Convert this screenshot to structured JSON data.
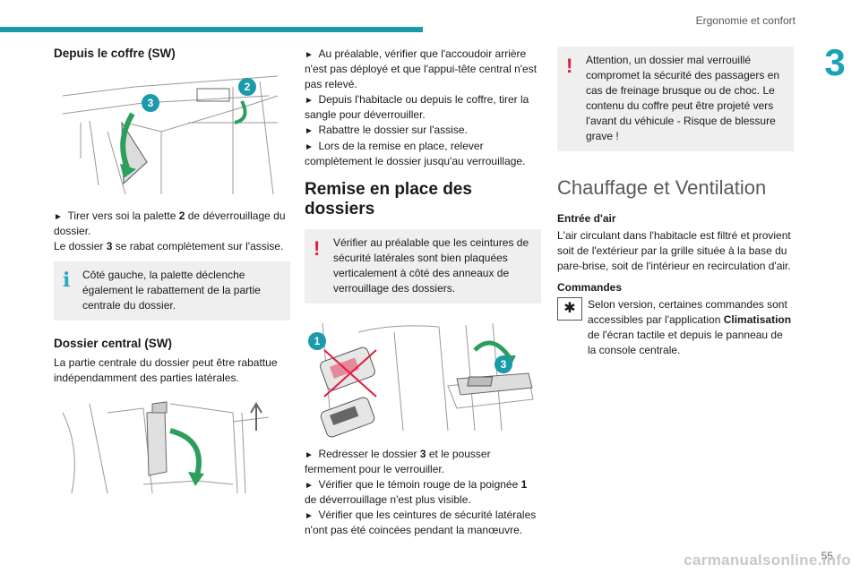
{
  "header": {
    "section_title": "Ergonomie et confort",
    "chapter_number": "3",
    "page_number": "55",
    "watermark": "carmanualsonline.info"
  },
  "col1": {
    "heading_trunk": "Depuis le coffre (SW)",
    "callout_2": "2",
    "callout_3": "3",
    "step1_a": "Tirer vers soi la palette ",
    "step1_b": "2",
    "step1_c": " de déverrouillage du dossier.",
    "line2_a": "Le dossier ",
    "line2_b": "3",
    "line2_c": " se rabat complètement sur l'assise.",
    "note_text": "Côté gauche, la palette déclenche également le rabattement de la partie centrale du dossier.",
    "heading_central": "Dossier central (SW)",
    "central_text": "La partie centrale du dossier peut être rabattue indépendamment des parties latérales."
  },
  "col2": {
    "step1": "Au préalable, vérifier que l'accoudoir arrière n'est pas déployé et que l'appui-tête central n'est pas relevé.",
    "step2": "Depuis l'habitacle ou depuis le coffre, tirer la sangle pour déverrouiller.",
    "step3": "Rabattre le dossier sur l'assise.",
    "step4": "Lors de la remise en place, relever complètement le dossier jusqu'au verrouillage.",
    "heading": "Remise en place des dossiers",
    "warning": "Vérifier au préalable que les ceintures de sécurité latérales sont bien plaquées verticalement à côté des anneaux de verrouillage des dossiers.",
    "callout_1": "1",
    "callout_3": "3",
    "step5_a": "Redresser le dossier ",
    "step5_b": "3",
    "step5_c": " et le pousser fermement pour le verrouiller.",
    "step6_a": "Vérifier que le témoin rouge de la poignée ",
    "step6_b": "1",
    "step6_c": " de déverrouillage n'est plus visible.",
    "step7": "Vérifier que les ceintures de sécurité latérales n'ont pas été coincées pendant la manœuvre."
  },
  "col3": {
    "warning": "Attention, un dossier mal verrouillé compromet la sécurité des passagers en cas de freinage brusque ou de choc. Le contenu du coffre peut être projeté vers l'avant du véhicule - Risque de blessure grave !",
    "heading_main": "Chauffage et Ventilation",
    "heading_air": "Entrée d'air",
    "air_text": "L'air circulant dans l'habitacle est filtré et provient soit de l'extérieur par la grille située à la base du pare-brise, soit de l'intérieur en recirculation d'air.",
    "heading_commands": "Commandes",
    "commands_a": "Selon version, certaines commandes sont accessibles par l'application ",
    "commands_b": "Climatisation",
    "commands_c": " de l'écran tactile et depuis le panneau de la console centrale."
  },
  "colors": {
    "accent": "#1a9aaa",
    "warning": "#e3193c",
    "info": "#2aa7c5",
    "note_bg": "#efefef"
  },
  "icons": {
    "info": "info-icon",
    "warning": "warning-icon",
    "fan": "fan-icon",
    "bullet": "bullet-arrow-icon"
  }
}
